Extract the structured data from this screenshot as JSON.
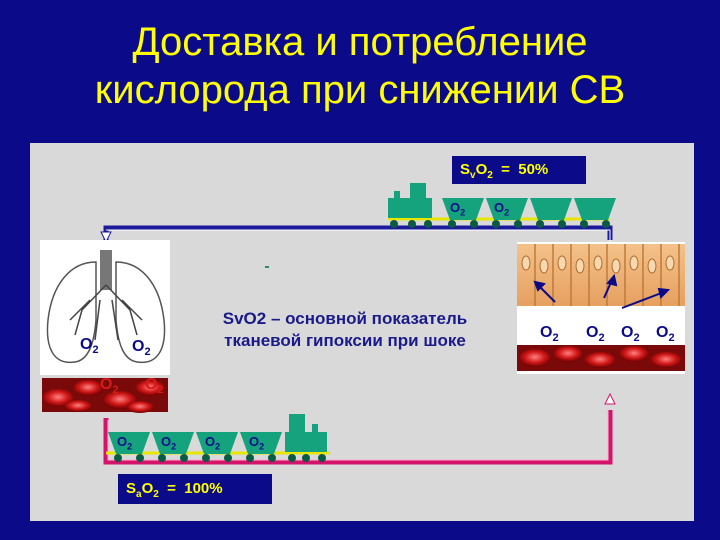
{
  "title": {
    "line1": "Доставка и потребление",
    "line2": "кислорода при снижении СВ"
  },
  "main_text": {
    "line1": "SvO2 – основной показатель",
    "line2": "тканевой гипоксии при шоке"
  },
  "svo2_label": {
    "prefix": "S",
    "sub1": "v",
    "mid": "O",
    "sub2": "2",
    "suffix": "  =  50%"
  },
  "sao2_label": {
    "prefix": "S",
    "sub1": "a",
    "mid": "O",
    "sub2": "2",
    "suffix": "  =  100%"
  },
  "o2": {
    "base": "O",
    "sub": "2"
  },
  "colors": {
    "background": "#0b0b8a",
    "title": "#ffff00",
    "panel": "#d9d9d9",
    "wagon": "#14a37c",
    "artery_line": "#d4146a",
    "vein_line": "#1a1a9a",
    "rail": "#e6e600"
  },
  "icons": {
    "lungs": "lungs-icon",
    "blood_cells": "red-blood-cells-icon",
    "tissue": "tissue-cells-icon",
    "train": "train-icon"
  }
}
